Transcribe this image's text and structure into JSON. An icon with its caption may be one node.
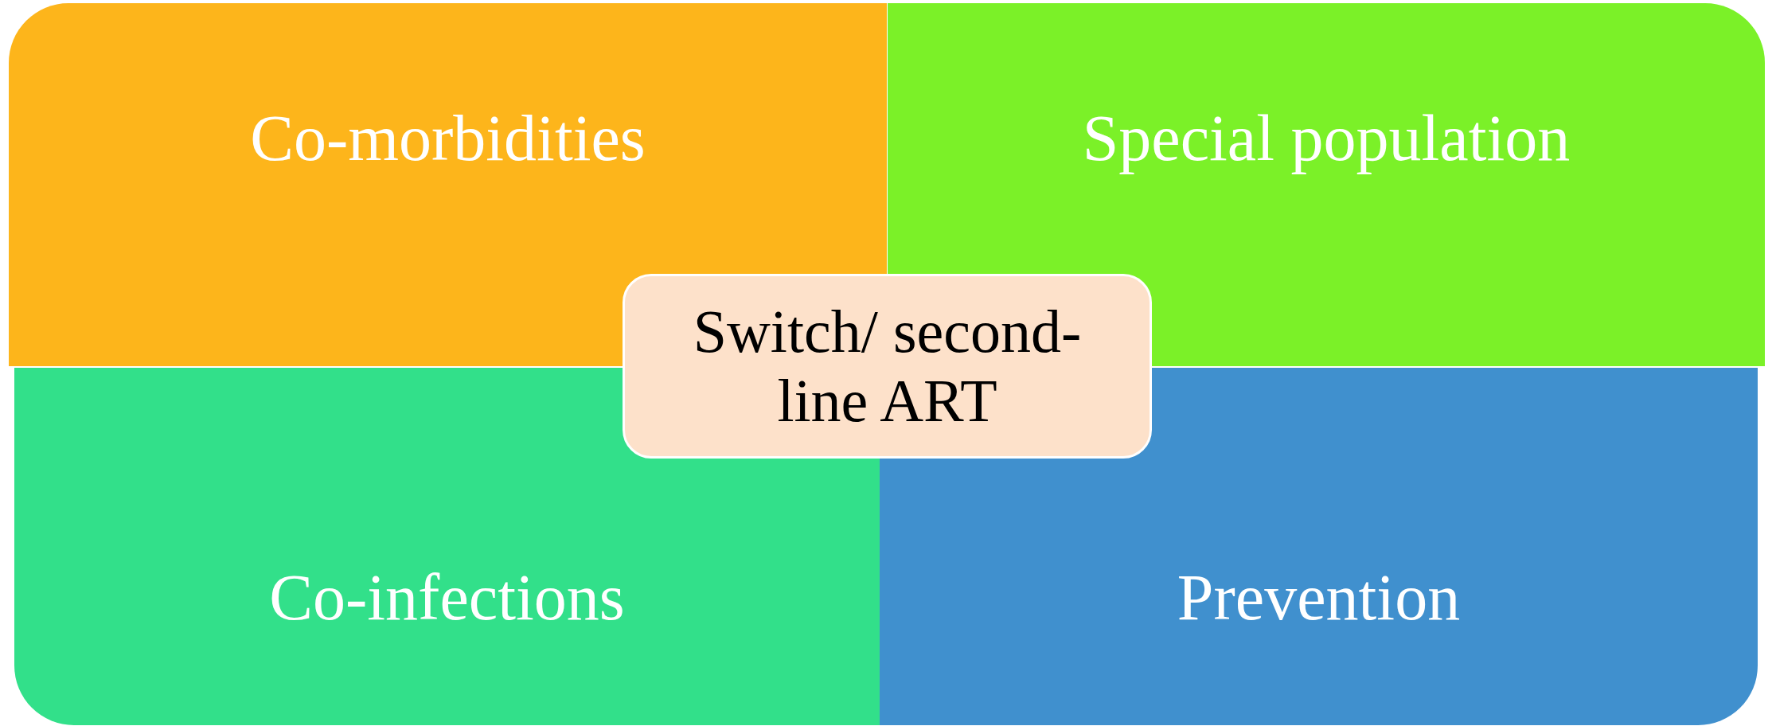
{
  "diagram": {
    "nodes": [
      {
        "text": [
          "Co-morbidities"
        ]
      },
      {
        "text": [
          "Special population"
        ]
      },
      {
        "text": [
          "Switch/ second-line ART"
        ]
      },
      {
        "text": [
          "Co-infections"
        ]
      },
      {
        "text": [
          "Prevention"
        ]
      }
    ]
  }
}
